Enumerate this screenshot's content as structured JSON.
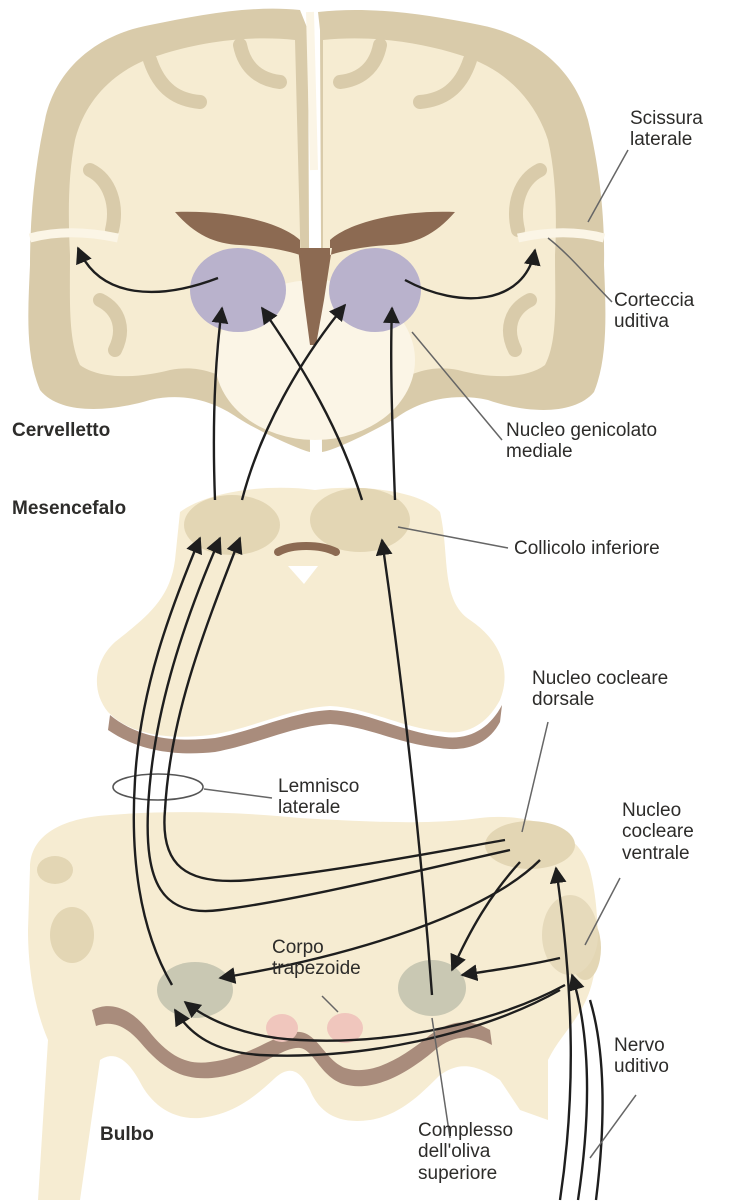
{
  "labels": {
    "scissura_laterale": "Scissura\nlaterale",
    "corteccia_uditiva": "Corteccia\nuditiva",
    "cervelletto": "Cervelletto",
    "nucleo_genicolato_mediale": "Nucleo genicolato\nmediale",
    "mesencefalo": "Mesencefalo",
    "collicolo_inferiore": "Collicolo inferiore",
    "nucleo_cocleare_dorsale": "Nucleo cocleare\ndorsale",
    "lemnisco_laterale": "Lemnisco\nlaterale",
    "nucleo_cocleare_ventrale": "Nucleo\ncocleare\nventrale",
    "corpo_trapezoide": "Corpo\ntrapezoide",
    "nervo_uditivo": "Nervo\nuditivo",
    "bulbo": "Bulbo",
    "complesso_oliva_superiore": "Complesso\ndell'oliva\nsuperiore"
  },
  "colors": {
    "tissue": "#f6ecd2",
    "white_matter": "#fbf5e6",
    "cortex_outline": "#d9cbaa",
    "ventricle": "#8c6a52",
    "geniculate": "#b9b2cc",
    "nucleus": "#e3d6b4",
    "olive": "#c9c8b3",
    "trapezoid": "#f0c6bd",
    "ventral_rim": "#a98c7c",
    "pathway": "#1e1e1e",
    "leader": "#666666",
    "text": "#2d2c2a"
  }
}
